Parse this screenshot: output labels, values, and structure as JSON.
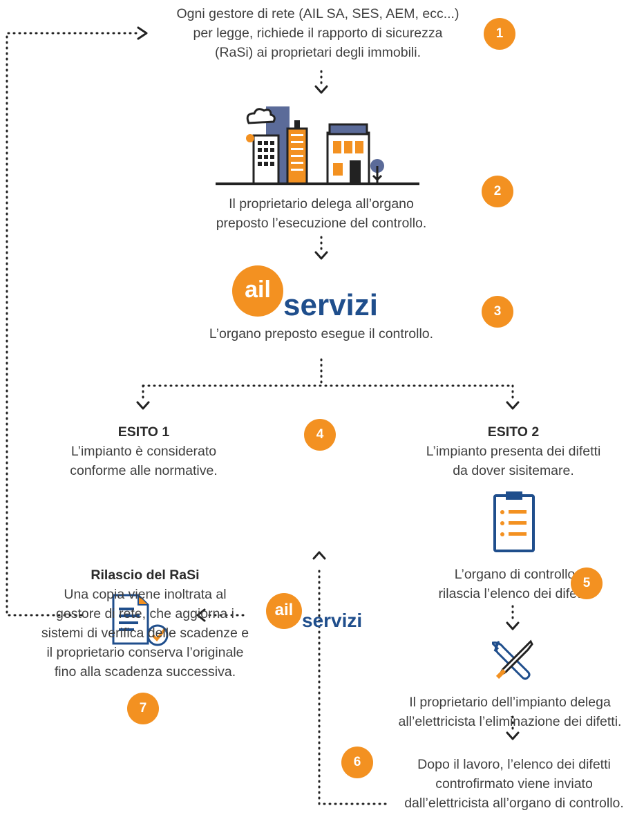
{
  "steps": {
    "step1": {
      "badge": "1",
      "line1": "Ogni gestore di rete (AIL SA, SES, AEM, ecc...)",
      "line2": "per legge, richiede il rapporto di sicurezza",
      "line3": "(RaSi) ai proprietari degli immobili."
    },
    "step2": {
      "badge": "2",
      "line1": "Il proprietario delega all’organo",
      "line2": "preposto l’esecuzione del controllo."
    },
    "step3": {
      "badge": "3",
      "line1": "L’organo preposto esegue il controllo."
    },
    "step4": {
      "badge": "4"
    },
    "esito1": {
      "title": "ESITO 1",
      "line1": "L’impianto è considerato",
      "line2": "conforme alle normative."
    },
    "esito2": {
      "title": "ESITO 2",
      "line1": "L’impianto presenta dei difetti",
      "line2_pre": "da ",
      "line2_bold": "dover",
      "line2_post": " sisitemare."
    },
    "elenco": {
      "line1": "L’organo di controllo",
      "line2": "rilascia l’elenco dei difetti."
    },
    "step5": {
      "badge": "5",
      "line1": "Il proprietario dell’impianto delega",
      "line2": "all’elettricista l’eliminazione dei difetti."
    },
    "step6": {
      "badge": "6",
      "line1": "Dopo il lavoro,  l’elenco dei difetti",
      "line2": "controfirmato viene inviato",
      "line3": "dall’elettricista all’organo di controllo."
    },
    "step7": {
      "badge": "7",
      "title": "Rilascio del RaSi",
      "line1": "Una copia viene inoltrata al",
      "line2": "gestore di rete, che aggiorna i",
      "line3": "sistemi di verifica delle scadenze e",
      "line4": "il proprietario conserva l’originale",
      "line5": "fino alla scadenza successiva."
    }
  },
  "logo": {
    "circle": "ail",
    "word": "servizi"
  },
  "icons": {
    "buildings": "city-buildings-icon",
    "document": "certificate-document-icon",
    "clipboard": "clipboard-list-icon",
    "tools": "wrench-screwdriver-icon"
  },
  "colors": {
    "orange": "#f39121",
    "blue": "#1f4e8c",
    "slate": "#5b6b99",
    "dark": "#2b2b2b"
  }
}
